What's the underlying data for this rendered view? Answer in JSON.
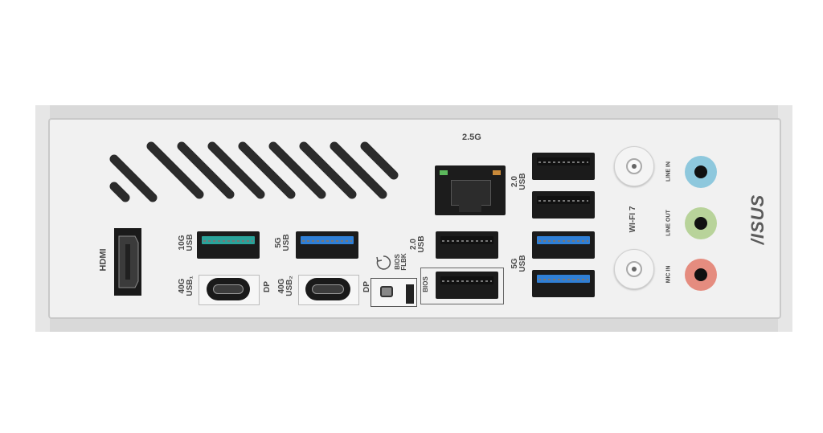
{
  "io_panel": {
    "labels": {
      "hdmi": "HDMI",
      "usb_10g": "10G\nUSB",
      "usb_5g_left": "5G\nUSB",
      "usb4_1": "40G\nUSB₁",
      "dp_1": "DP",
      "usb4_2": "40G\nUSB₂",
      "dp_2": "DP",
      "bios_flbk": "BIOS\nFLBK",
      "lan": "2.5G",
      "usb2_mid": "2.0\nUSB",
      "bios": "BIOS",
      "usb2_top": "2.0\nUSB",
      "usb_5g_right": "5G\nUSB",
      "wifi": "WI-FI 7",
      "line_in": "LINE IN",
      "line_out": "LINE OUT",
      "mic_in": "MIC IN",
      "brand": "/ISUS"
    },
    "colors": {
      "usb_10g": "#2aa39a",
      "usb_5g": "#2f7fd6",
      "line_in": "#8ec8dd",
      "line_out": "#b8d39a",
      "mic_in": "#e58c7f",
      "plate": "#f1f1f1"
    }
  }
}
